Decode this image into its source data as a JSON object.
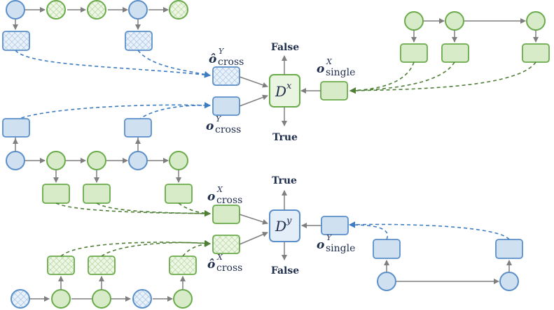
{
  "labels": {
    "top_false": "False",
    "top_true": "True",
    "bottom_true": "True",
    "bottom_false": "False"
  },
  "discriminators": {
    "top": {
      "symbol": "D",
      "superscript": "x"
    },
    "bottom": {
      "symbol": "D",
      "superscript": "y"
    }
  },
  "outputs": {
    "top_hat_cross": {
      "symbol": "ô",
      "superscript": "Y",
      "subscript": "cross"
    },
    "top_cross": {
      "symbol": "o",
      "superscript": "Y",
      "subscript": "cross"
    },
    "top_single": {
      "symbol": "o",
      "superscript": "X",
      "subscript": "single"
    },
    "bottom_cross": {
      "symbol": "o",
      "superscript": "X",
      "subscript": "cross"
    },
    "bottom_hat_cross": {
      "symbol": "ô",
      "superscript": "X",
      "subscript": "cross"
    },
    "bottom_single": {
      "symbol": "o",
      "superscript": "Y",
      "subscript": "single"
    }
  },
  "colors": {
    "blue_stroke": "#5b8fc9",
    "blue_fill": "#cfe0f1",
    "green_stroke": "#6aab4a",
    "green_fill": "#d7ebc8",
    "arrow_gray": "#7f7f7f",
    "text": "#1f2d4d"
  }
}
